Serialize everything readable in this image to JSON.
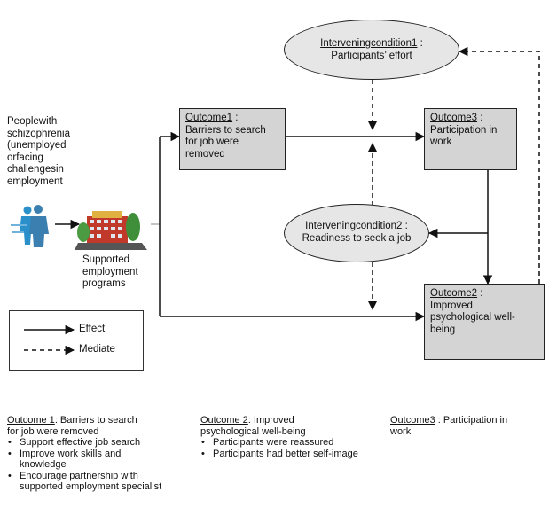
{
  "people_text": [
    "Peoplewith",
    "schizophrenia",
    "(unemployed",
    "orfacing",
    "challengesin",
    "employment"
  ],
  "program_label": [
    "Supported",
    "employment",
    "programs"
  ],
  "outcome1": {
    "head": "Outcome1",
    "colon": " :",
    "lines": [
      "Barriers to search",
      "for job were",
      "removed"
    ]
  },
  "outcome3": {
    "head": "Outcome3",
    "colon": " :",
    "lines": [
      "Participation in",
      "work"
    ]
  },
  "outcome2": {
    "head": "Outcome2",
    "colon": " :",
    "lines": [
      "Improved",
      "psychological well-",
      "being"
    ]
  },
  "condition1": {
    "head": "Interveningcondition1",
    "colon": "  :",
    "body": "Participants’ effort"
  },
  "condition2": {
    "head": "Interveningcondition2",
    "colon": "  :",
    "body": "Readiness to seek a job"
  },
  "legend": {
    "effect": "Effect",
    "mediate": "Mediate"
  },
  "details": [
    {
      "head": "Outcome 1",
      "rest": ": Barriers to search",
      "line2": "for job were removed",
      "bullets": [
        "Support effective job search",
        "Improve work skills and knowledge",
        "Encourage partnership with supported employment specialist"
      ]
    },
    {
      "head": "Outcome 2",
      "rest": ": Improved",
      "line2": "psychological well-being",
      "bullets": [
        "Participants were reassured",
        "Participants had better self-image"
      ]
    },
    {
      "head": "Outcome3",
      "rest": " : Participation in",
      "line2": "work",
      "bullets": []
    }
  ],
  "colors": {
    "box_fill": "#d4d4d4",
    "ellipse_fill": "#e6e6e6",
    "line": "#111111",
    "person_icon": "#2b8fc9",
    "building_icon": "#c0392b"
  }
}
